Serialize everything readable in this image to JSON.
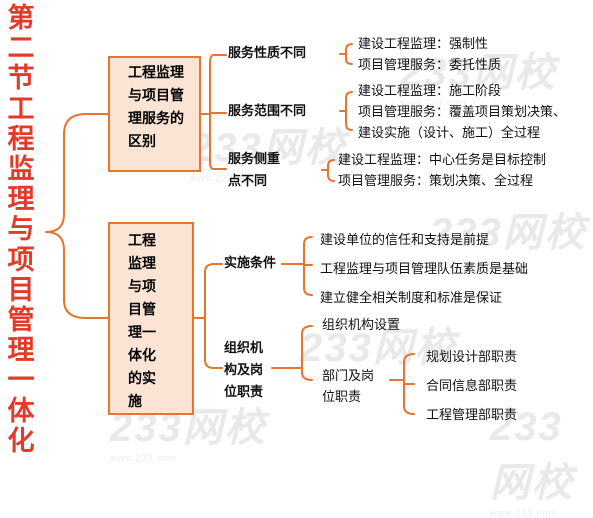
{
  "title": "第二节工程监理与项目管理一体化",
  "watermark": {
    "brand": "233网校",
    "sub": "www.233.com"
  },
  "colors": {
    "title": "#e23b2b",
    "box_fill": "#fce4d4",
    "box_border": "#e8742e",
    "line": "#e8742e"
  },
  "branches": [
    {
      "box": [
        "工程监理",
        "与项目管",
        "理服务的",
        "区别"
      ],
      "children": [
        {
          "label": [
            "服务性质不同"
          ],
          "items": [
            "建设工程监理：强制性",
            "项目管理服务：委托性质"
          ]
        },
        {
          "label": [
            "服务范围不同"
          ],
          "items": [
            "建设工程监理：施工阶段",
            "项目管理服务：覆盖项目策划决策、",
            "建设实施（设计、施工）全过程"
          ]
        },
        {
          "label": [
            "服务侧重",
            "点不同"
          ],
          "items": [
            "建设工程监理：中心任务是目标控制",
            "项目管理服务：策划决策、全过程"
          ]
        }
      ]
    },
    {
      "box": [
        "工程",
        "监理",
        "与项",
        "目管",
        "理一",
        "体化",
        "的实",
        "施"
      ],
      "children": [
        {
          "label": [
            "实施条件"
          ],
          "items": [
            "建设单位的信任和支持是前提",
            "工程监理与项目管理队伍素质是基础",
            "建立健全相关制度和标准是保证"
          ]
        },
        {
          "label": [
            "组织机",
            "构及岗",
            "位职责"
          ],
          "items": [
            "组织机构设置"
          ],
          "sub": {
            "label": [
              "部门及岗",
              "位职责"
            ],
            "items": [
              "规划设计部职责",
              "合同信息部职责",
              "工程管理部职责"
            ]
          }
        }
      ]
    }
  ]
}
